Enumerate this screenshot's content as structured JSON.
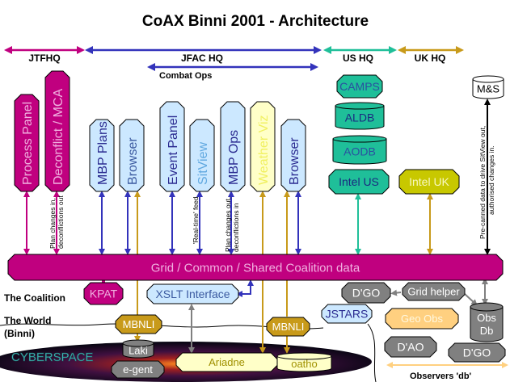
{
  "title": "CoAX Binni 2001 - Architecture",
  "colors": {
    "magenta": "#c0007f",
    "blue": "#3333bb",
    "lightblue": "#cce8ff",
    "teal": "#1fbf99",
    "gold": "#c89a1a",
    "olive": "#c8c800",
    "grey": "#808080",
    "paleyellow": "#ffffc8"
  },
  "headers": {
    "jtfhq": "JTFHQ",
    "jfac": "JFAC HQ",
    "us": "US HQ",
    "uk": "UK HQ",
    "combat_ops": "Combat Ops"
  },
  "components": {
    "process_panel": "Process Panel",
    "deconflict": "Deconflict / MCA",
    "mbp_plans": "MBP Plans",
    "browser1": "Browser",
    "event_panel": "Event Panel",
    "sitview": "SitView",
    "mbp_ops": "MBP Ops",
    "weather": "Weather Viz",
    "browser2": "Browser",
    "camps": "CAMPS",
    "aldb": "ALDB",
    "aodb": "AODB",
    "intel_us": "Intel US",
    "intel_uk": "Intel UK",
    "ms": "M&S",
    "grid": "Grid / Common / Shared Coalition data",
    "kpat": "KPAT",
    "xslt": "XSLT Interface",
    "dgo1": "D'GO",
    "grid_helper": "Grid helper",
    "jstars": "JSTARS",
    "geo_obs": "Geo Obs",
    "obs_db_1": "Obs",
    "obs_db_2": "Db",
    "dao": "D'AO",
    "dgo2": "D'GO",
    "mbnli1": "MBNLI",
    "mbnli2": "MBNLI",
    "laki": "Laki",
    "egent": "e-gent",
    "ariadne": "Ariadne",
    "oatho": "oatho"
  },
  "notes": {
    "deconflict_1": "Plan changes in,",
    "deconflict_2": "deconflictions out",
    "realtime": "'Real-time' feed",
    "mbpops_1": "Plan changes out,",
    "mbpops_2": "deconflictions in",
    "ms_1": "Pre-canned data to drive SitView out,",
    "ms_2": "authorised changes in."
  },
  "regions": {
    "coalition": "The Coalition",
    "world_1": "The World",
    "world_2": "(Binni)",
    "cyberspace": "CYBERSPACE",
    "observers": "Observers 'db'"
  }
}
